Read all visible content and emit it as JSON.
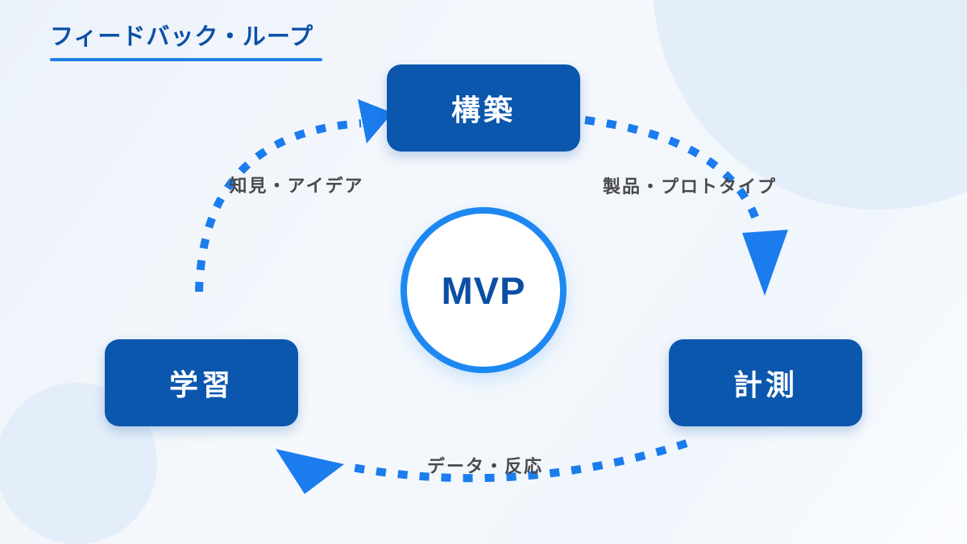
{
  "title": "フィードバック・ループ",
  "center": {
    "label": "MVP"
  },
  "nodes": [
    {
      "id": "build",
      "label": "構築"
    },
    {
      "id": "measure",
      "label": "計測"
    },
    {
      "id": "learn",
      "label": "学習"
    }
  ],
  "edges": [
    {
      "from": "learn",
      "to": "build",
      "label": "知見・アイデア"
    },
    {
      "from": "build",
      "to": "measure",
      "label": "製品・プロトタイプ"
    },
    {
      "from": "measure",
      "to": "learn",
      "label": "データ・反応"
    }
  ],
  "colors": {
    "node_fill": "#0b57ad",
    "node_text": "#ffffff",
    "arrow": "#1b7ced",
    "circle_border": "#1e88f2",
    "title_text": "#0a50a8",
    "underline": "#1e7fe8",
    "edge_label_text": "#4a4a4a",
    "background": "#f2f6fb"
  }
}
